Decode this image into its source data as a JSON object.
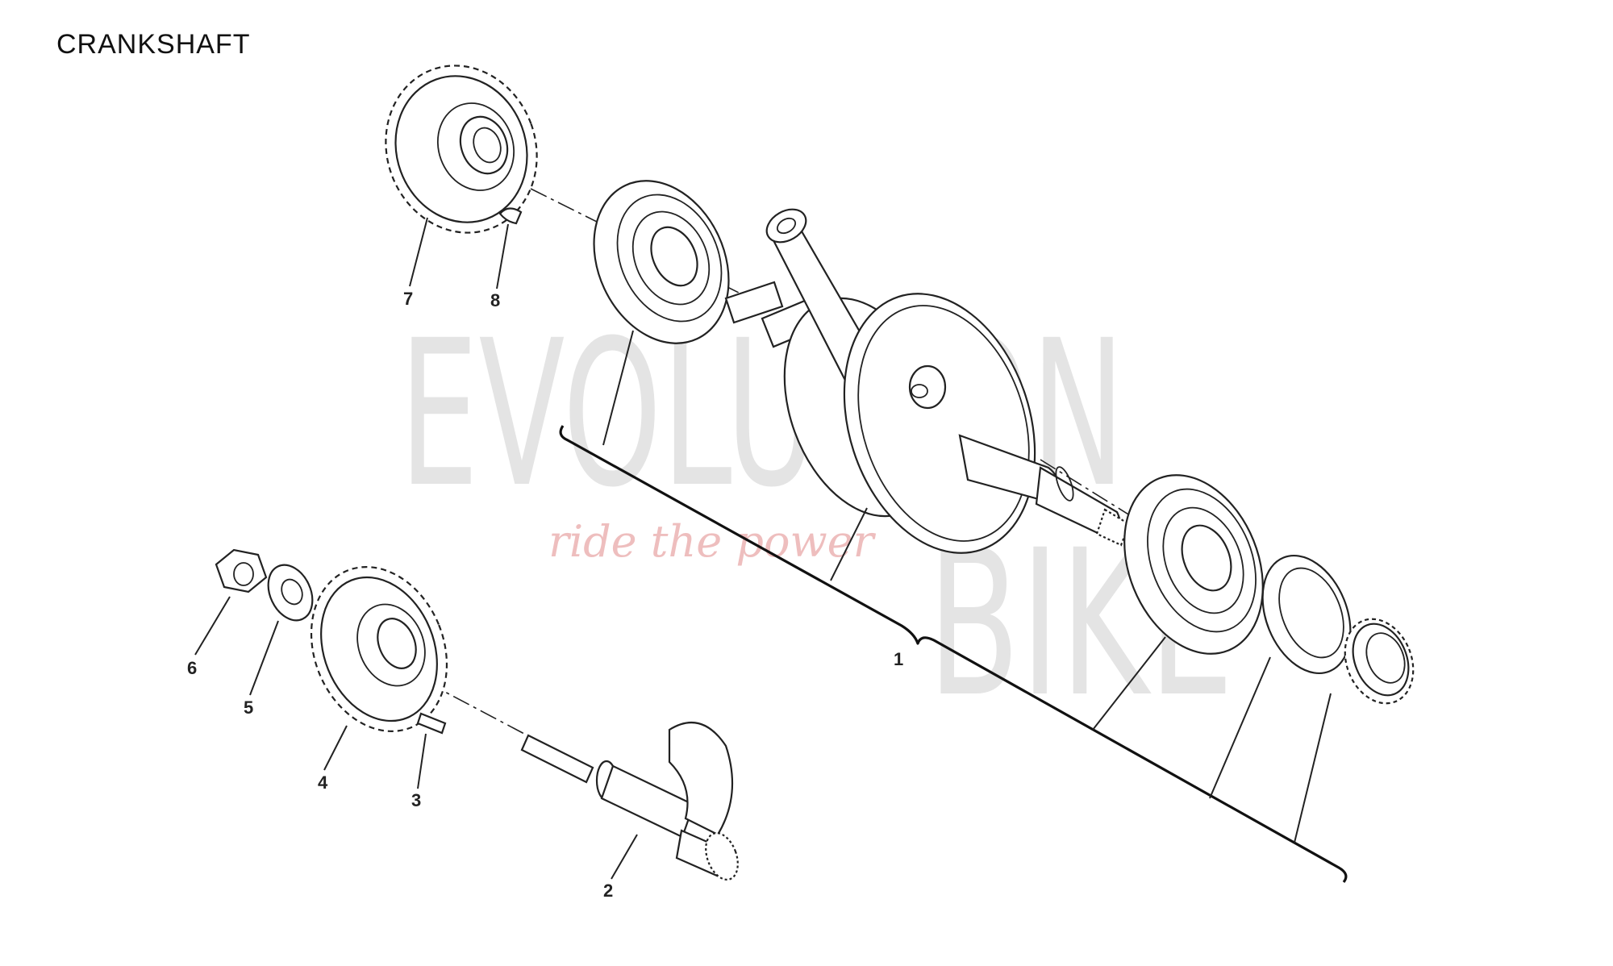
{
  "title": "CRANKSHAFT",
  "watermark": {
    "word": "EVOLUTION",
    "word2": "BIKE",
    "tagline": "ride the power"
  },
  "callouts": [
    "1",
    "2",
    "3",
    "4",
    "5",
    "6",
    "7",
    "8"
  ],
  "colors": {
    "line": "#222222",
    "watermark_gray": "#cfcfcf",
    "watermark_red": "#e8a3a3"
  }
}
